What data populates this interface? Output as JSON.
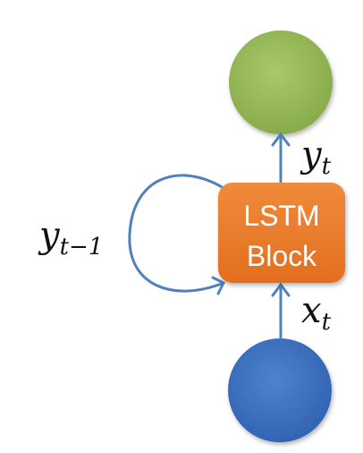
{
  "diagram": {
    "block": {
      "line1": "LSTM",
      "line2": "Block"
    },
    "labels": {
      "output": {
        "main": "y",
        "sub": "t"
      },
      "input": {
        "main": "x",
        "sub": "t"
      },
      "recurrent": {
        "main": "y",
        "sub": "t−1"
      }
    },
    "colors": {
      "output_node": "#9BBB59",
      "input_node": "#4472C4",
      "block": "#ED7D31",
      "connector": "#4F81BD"
    }
  }
}
